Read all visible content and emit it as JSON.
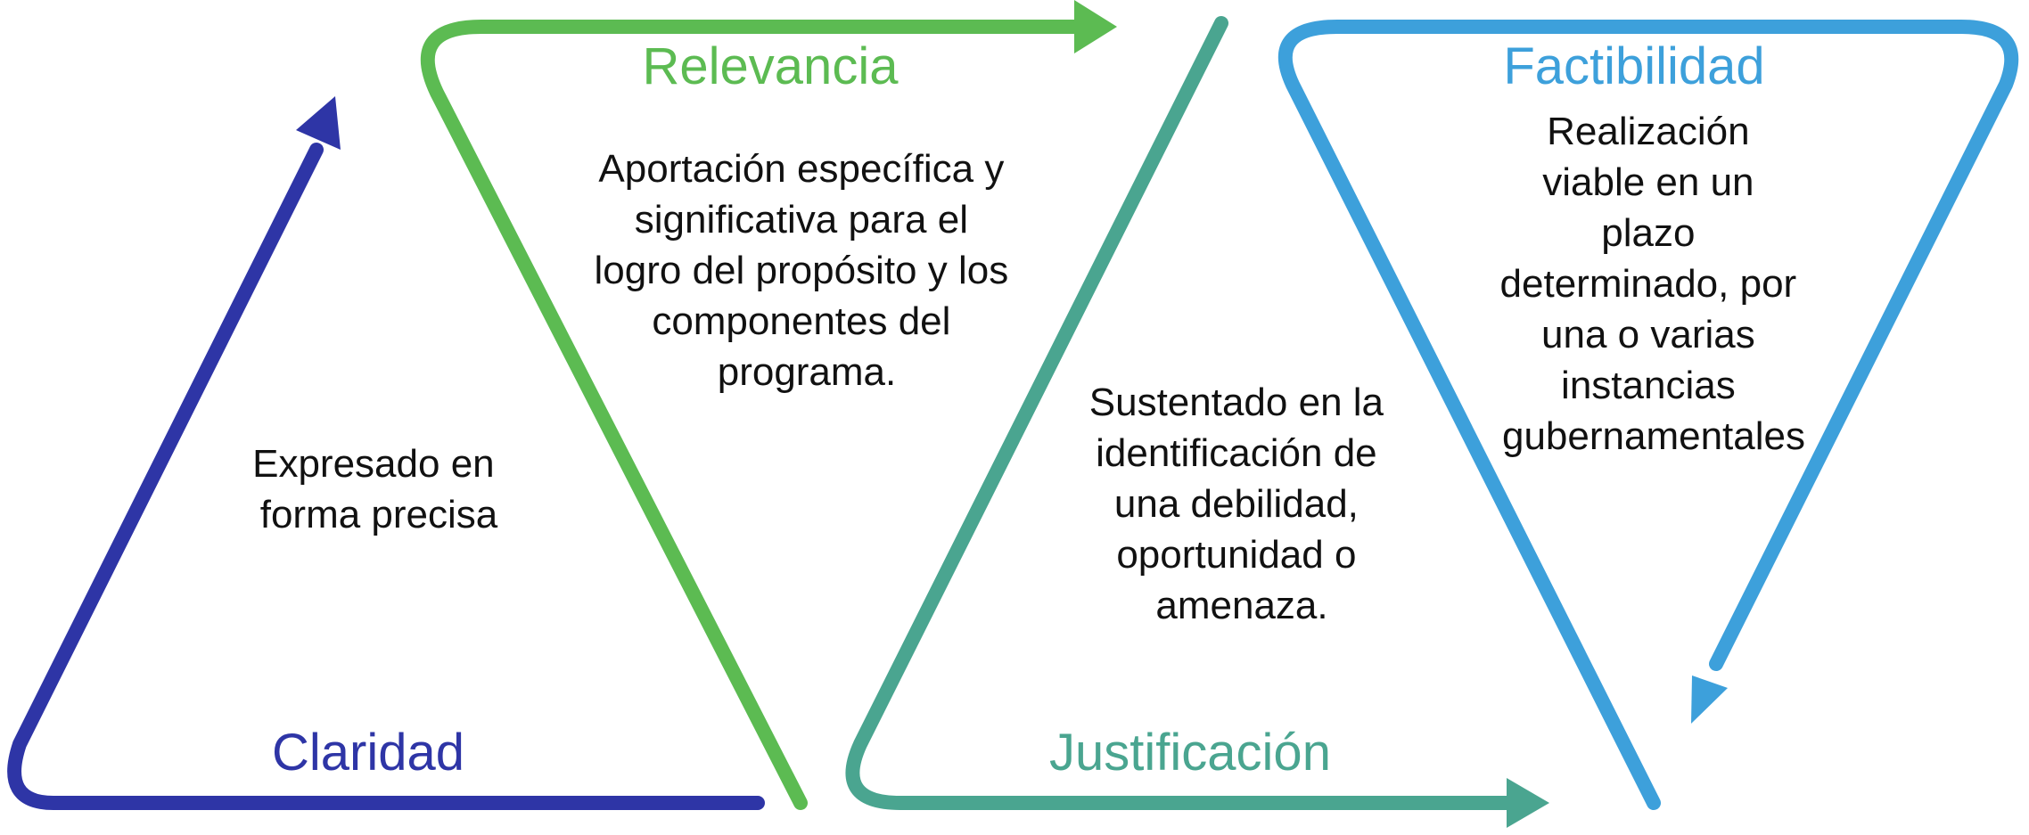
{
  "colors": {
    "claridad": "#2e35a6",
    "relevancia": "#5cbb52",
    "justificacion": "#4aa590",
    "factibilidad": "#3da0db",
    "text": "#111111"
  },
  "claridad": {
    "title": "Claridad",
    "desc": [
      "Expresado en",
      "forma  precisa"
    ]
  },
  "relevancia": {
    "title": "Relevancia",
    "desc": [
      "Aportación específica y",
      "significativa para el",
      "logro del propósito y los",
      "componentes del",
      "programa."
    ]
  },
  "justificacion": {
    "title": "Justificación",
    "desc": [
      "Sustentado en la",
      "identificación de",
      "una debilidad,",
      "oportunidad o",
      "amenaza."
    ]
  },
  "factibilidad": {
    "title": "Factibilidad",
    "desc": [
      "Realización",
      "viable en un",
      "plazo",
      "determinado, por",
      "una o varias",
      "instancias",
      "gubernamentales"
    ]
  }
}
